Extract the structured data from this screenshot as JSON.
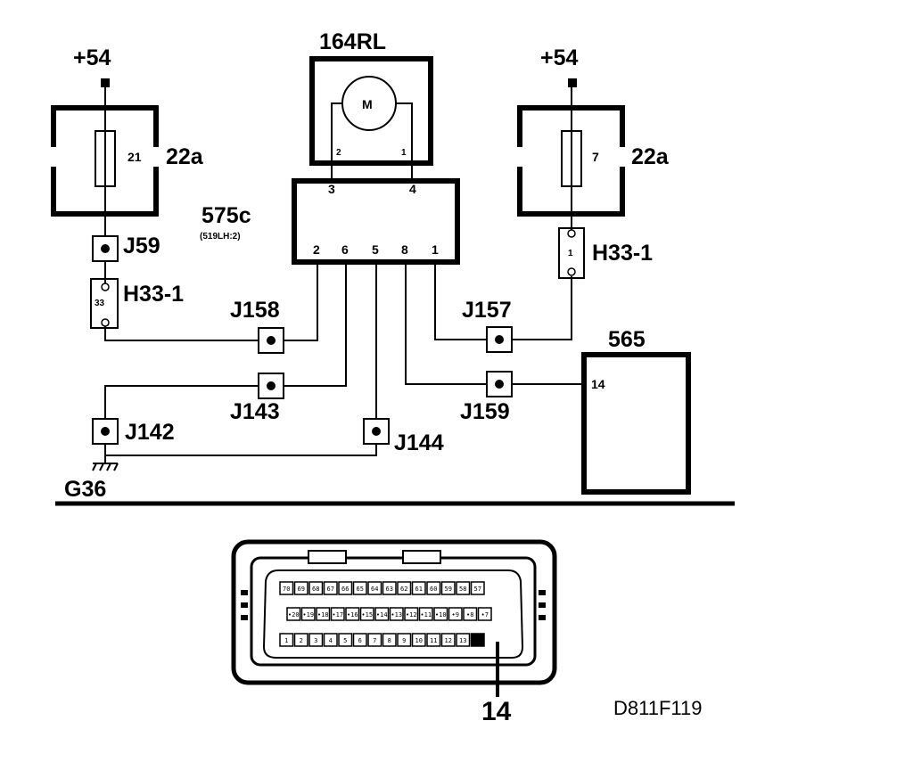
{
  "labels": {
    "supply_left": "+54",
    "supply_right": "+54",
    "motor_name": "164RL",
    "motor_symbol": "M",
    "motor_pin_2": "2",
    "motor_pin_1": "1",
    "fusebox_left": "22a",
    "fusebox_right": "22a",
    "fuse_left": "21",
    "fuse_right": "7",
    "module_name": "575c",
    "module_sub": "(519LH:2)",
    "module_pin_3": "3",
    "module_pin_4": "4",
    "module_pin_2": "2",
    "module_pin_6": "6",
    "module_pin_5": "5",
    "module_pin_8": "8",
    "module_pin_1": "1",
    "connector_left_name": "H33-1",
    "connector_left_pin": "33",
    "connector_right_name": "H33-1",
    "connector_right_pin": "1",
    "j59": "J59",
    "j158": "J158",
    "j157": "J157",
    "j143": "J143",
    "j159": "J159",
    "j142": "J142",
    "j144": "J144",
    "ground": "G36",
    "unit_565": "565",
    "unit_565_pin": "14",
    "pin_callout": "14",
    "figure_code": "D811F119"
  },
  "connector_pins": {
    "row1": [
      "70",
      "69",
      "68",
      "67",
      "66",
      "65",
      "64",
      "63",
      "62",
      "61",
      "60",
      "59",
      "58",
      "57"
    ],
    "row2": [
      "•20",
      "•19",
      "•18",
      "•17",
      "•16",
      "•15",
      "•14",
      "•13",
      "•12",
      "•11",
      "•10",
      "•9",
      "•8",
      "•7"
    ],
    "row3": [
      "1",
      "2",
      "3",
      "4",
      "5",
      "6",
      "7",
      "8",
      "9",
      "10",
      "11",
      "12",
      "13",
      "14"
    ]
  }
}
